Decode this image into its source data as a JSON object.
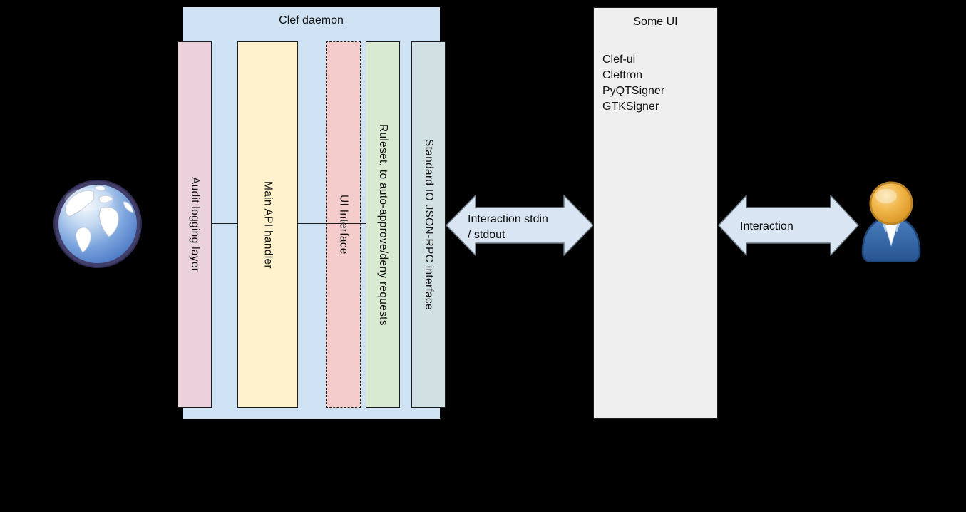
{
  "daemon": {
    "title": "Clef daemon",
    "color": "#cfe2f3",
    "layers": [
      {
        "label": "Audit logging layer",
        "color": "#ead1dc",
        "border": "solid"
      },
      {
        "label": "Main API handler",
        "color": "#fff2cc",
        "border": "solid"
      },
      {
        "label": "UI Interface",
        "color": "#f4cccc",
        "border": "dashed"
      },
      {
        "label": "Ruleset, to auto-approve/deny requests",
        "color": "#d9ead3",
        "border": "solid"
      },
      {
        "label": "Standard IO JSON-RPC interface",
        "color": "#d0e0e3",
        "border": "solid"
      }
    ]
  },
  "some_ui": {
    "title": "Some UI",
    "color": "#efefef",
    "items": [
      "Clef-ui",
      "Cleftron",
      "PyQTSigner",
      "GTKSigner"
    ]
  },
  "arrows": {
    "daemon_ui": {
      "line1": "Interaction stdin",
      "line2": "/ stdout",
      "color": "#d9e5f3"
    },
    "ui_user": {
      "label": "Interaction",
      "color": "#d9e5f3"
    }
  },
  "icons": {
    "left": "globe-icon",
    "right": "user-icon"
  },
  "colors": {
    "background": "#000000",
    "line": "#1b1b1b",
    "arrow_border": "#6b7680"
  }
}
